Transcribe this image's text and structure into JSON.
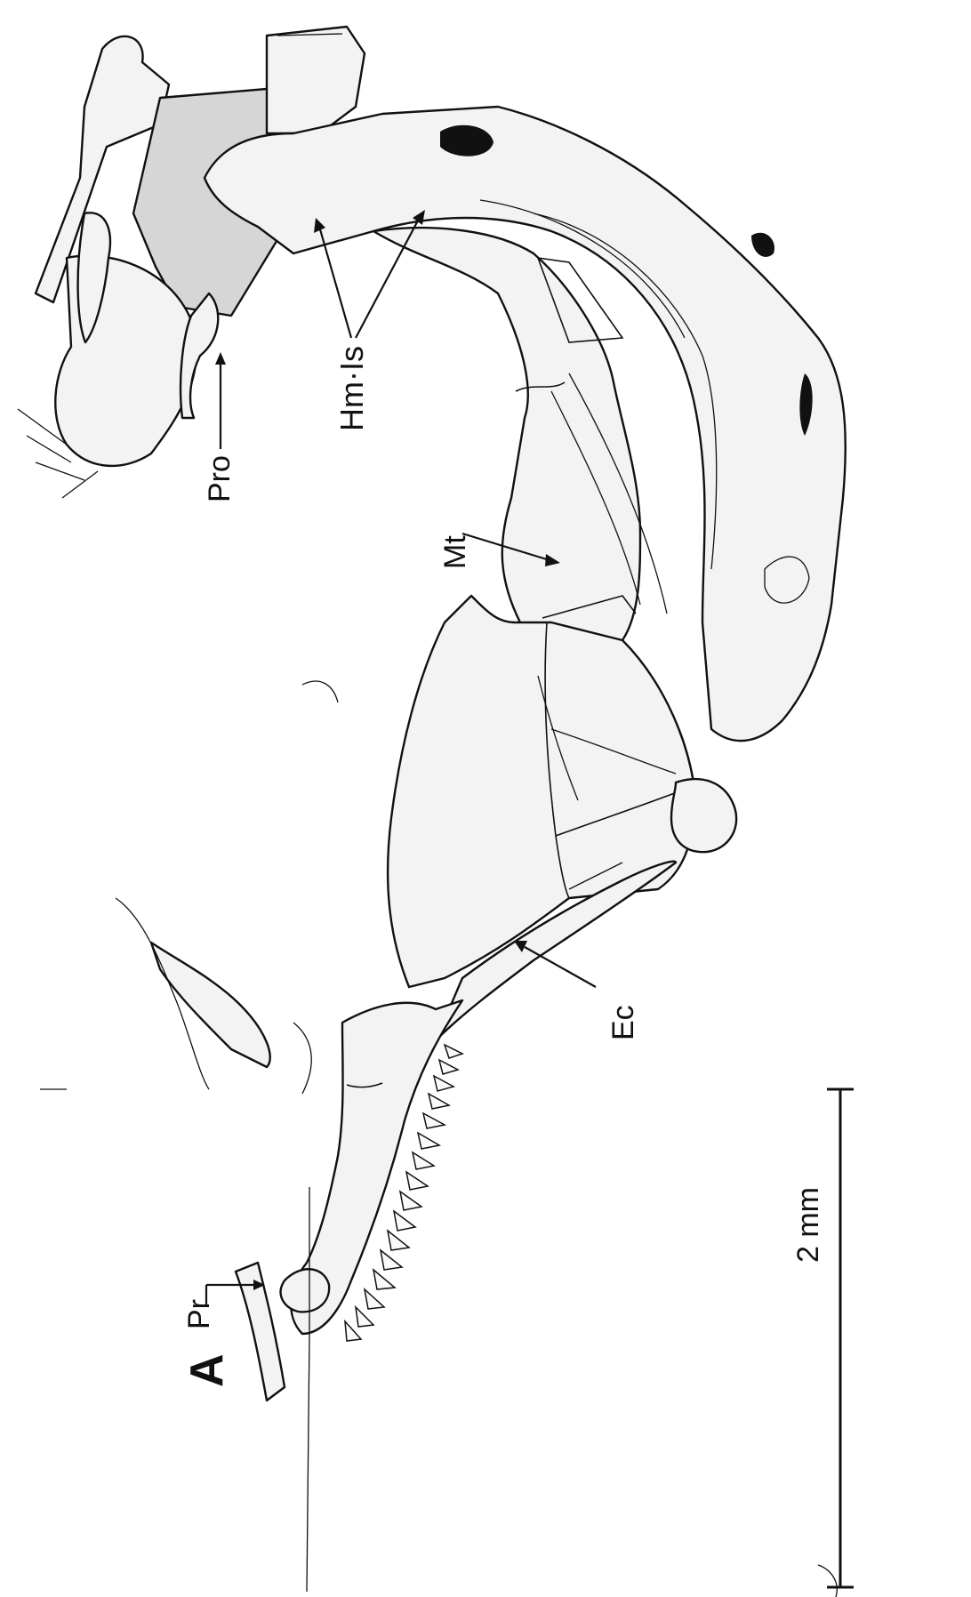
{
  "figure": {
    "panel_letter": "A",
    "scale_bar": {
      "label": "2 mm"
    },
    "labels": {
      "pr": "Pr",
      "pro": "Pro",
      "hmis": "Hm·Is",
      "mt": "Mt",
      "ec": "Ec"
    }
  }
}
